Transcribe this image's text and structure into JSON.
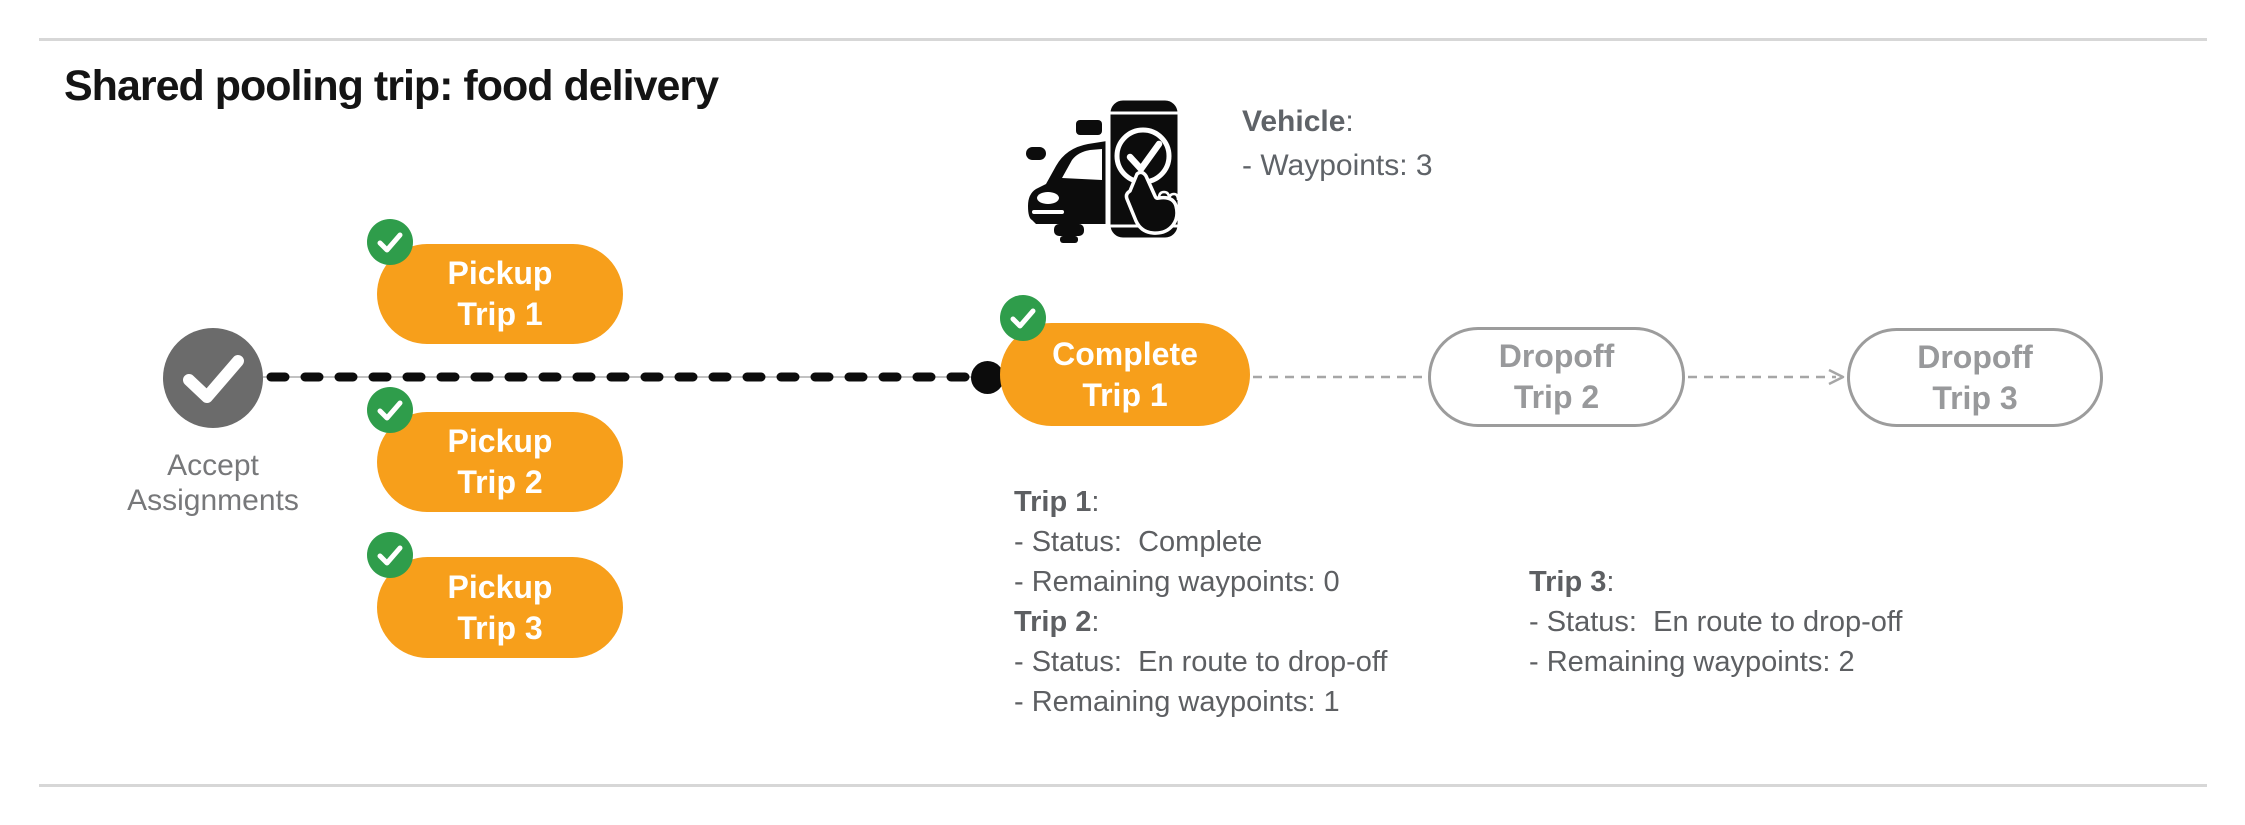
{
  "title": "Shared pooling trip: food delivery",
  "vehicle": {
    "heading": "Vehicle",
    "heading_suffix": ":",
    "waypoints": "- Waypoints: 3",
    "icon": "car-phone-check-icon"
  },
  "flow": {
    "accept_label": "Accept Assignments",
    "accept_icon": "gray-checkmark-circle-icon",
    "badge_icon": "green-checkmark-badge-icon",
    "pickups": [
      {
        "line1": "Pickup",
        "line2": "Trip 1"
      },
      {
        "line1": "Pickup",
        "line2": "Trip 2"
      },
      {
        "line1": "Pickup",
        "line2": "Trip 3"
      }
    ],
    "complete": {
      "line1": "Complete",
      "line2": "Trip 1"
    },
    "dropoffs": [
      {
        "line1": "Dropoff",
        "line2": "Trip 2"
      },
      {
        "line1": "Dropoff",
        "line2": "Trip 3"
      }
    ]
  },
  "trips": {
    "trip1": {
      "heading": "Trip 1",
      "suffix": ":",
      "status": "- Status:  Complete",
      "remaining": "- Remaining waypoints: 0"
    },
    "trip2": {
      "heading": "Trip 2",
      "suffix": ":",
      "status": "- Status:  En route to drop-off",
      "remaining": "- Remaining waypoints: 1"
    },
    "trip3": {
      "heading": "Trip 3",
      "suffix": ":",
      "status": "- Status:  En route to drop-off",
      "remaining": "- Remaining waypoints: 2"
    }
  },
  "colors": {
    "orange": "#f79f1b",
    "green": "#2f9d4b",
    "gray_circle": "#6b6b6b",
    "status_text": "#5f6368",
    "dropoff_gray": "#9c9c9c",
    "divider": "#d7d7d7",
    "line_black": "#0c0c0c"
  }
}
